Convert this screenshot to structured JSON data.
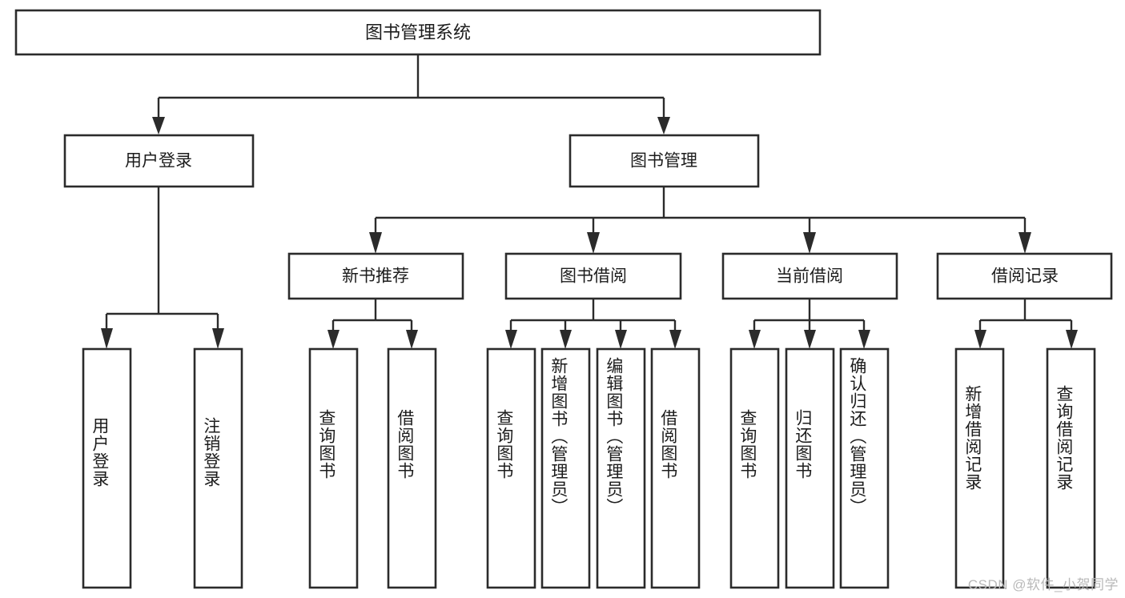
{
  "diagram": {
    "type": "tree",
    "title": "图书管理系统",
    "root": {
      "id": "root",
      "label": "图书管理系统"
    },
    "level2": [
      {
        "id": "user-login",
        "label": "用户登录"
      },
      {
        "id": "book-manage",
        "label": "图书管理"
      }
    ],
    "level3": [
      {
        "id": "new-book-rec",
        "label": "新书推荐"
      },
      {
        "id": "book-borrow",
        "label": "图书借阅"
      },
      {
        "id": "current-borrow",
        "label": "当前借阅"
      },
      {
        "id": "borrow-record",
        "label": "借阅记录"
      }
    ],
    "leaves": [
      {
        "id": "leaf-user-login",
        "label": "用户登录",
        "parent": "user-login"
      },
      {
        "id": "leaf-user-logout",
        "label": "注销登录",
        "parent": "user-login"
      },
      {
        "id": "leaf-query-book-1",
        "label": "查询图书",
        "parent": "new-book-rec"
      },
      {
        "id": "leaf-borrow-book-1",
        "label": "借阅图书",
        "parent": "new-book-rec"
      },
      {
        "id": "leaf-query-book-2",
        "label": "查询图书",
        "parent": "book-borrow"
      },
      {
        "id": "leaf-add-book",
        "label": "新增图书（管理员）",
        "parent": "book-borrow"
      },
      {
        "id": "leaf-edit-book",
        "label": "编辑图书（管理员）",
        "parent": "book-borrow"
      },
      {
        "id": "leaf-borrow-book-2",
        "label": "借阅图书",
        "parent": "book-borrow"
      },
      {
        "id": "leaf-query-book-3",
        "label": "查询图书",
        "parent": "current-borrow"
      },
      {
        "id": "leaf-return-book",
        "label": "归还图书",
        "parent": "current-borrow"
      },
      {
        "id": "leaf-confirm-return",
        "label": "确认归还（管理员）",
        "parent": "current-borrow"
      },
      {
        "id": "leaf-add-record",
        "label": "新增借阅记录",
        "parent": "borrow-record"
      },
      {
        "id": "leaf-query-record",
        "label": "查询借阅记录",
        "parent": "borrow-record"
      }
    ],
    "colors": {
      "box_stroke": "#2b2b2b",
      "box_fill": "#ffffff",
      "text": "#1c1c1c",
      "connector": "#2b2b2b",
      "background": "#ffffff",
      "watermark": "#b9b9b9"
    }
  },
  "watermark": {
    "text": "CSDN @软件_小贺同学"
  }
}
